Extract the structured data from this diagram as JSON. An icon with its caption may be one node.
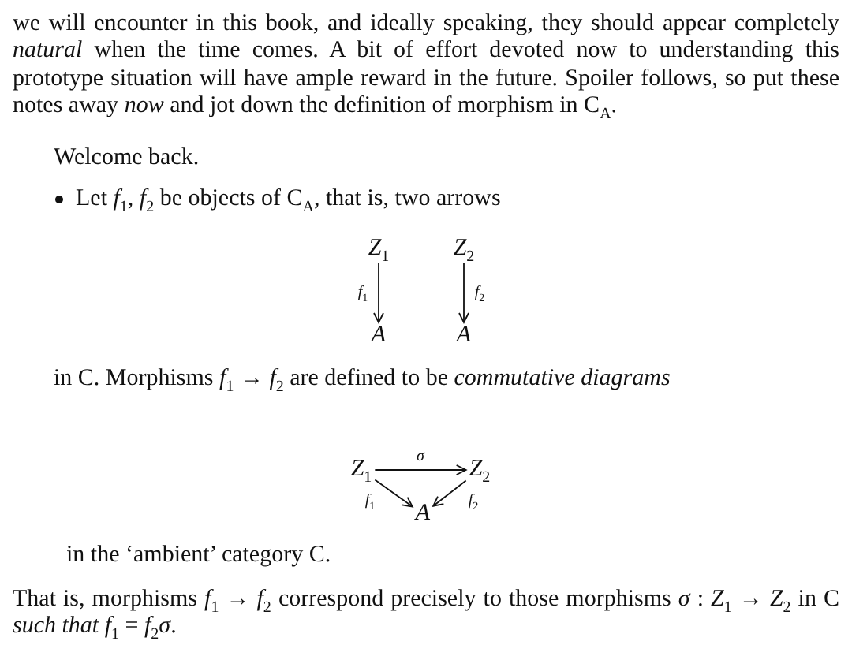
{
  "diagram": {
    "nodes": [
      {
        "text": [
          "*Z*$_{1}$"
        ]
      },
      {
        "text": [
          "*A*"
        ]
      },
      {
        "text": [
          "*Z*$_{2}$"
        ]
      },
      {
        "text": [
          "*A*"
        ]
      },
      {
        "text": [
          "*Z*$_{1}$"
        ]
      },
      {
        "text": [
          "*Z*$_{2}$"
        ]
      },
      {
        "text": [
          "*A*"
        ]
      }
    ],
    "edges": [
      {
        "from": 0,
        "to": 1,
        "arrow": "to",
        "label": "*f*$_{1}$"
      },
      {
        "from": 2,
        "to": 3,
        "arrow": "to",
        "label": "*f*$_{2}$"
      },
      {
        "from": 4,
        "to": 5,
        "arrow": "to",
        "label": "*σ*"
      },
      {
        "from": 4,
        "to": 6,
        "arrow": "to",
        "label": "*f*$_{1}$"
      },
      {
        "from": 5,
        "to": 6,
        "arrow": "to",
        "label": "*f*$_{2}$"
      }
    ],
    "labels": [
      "we will encounter in this book, and ideally speaking, they should appear completely *natural* when the time comes. A bit of effort devoted now to understanding this prototype situation will have ample reward in the future. Spoiler follows, so put these notes away *now* and jot down the definition of morphism in C$_{A}$.",
      "Welcome back.",
      "Let *f*$_{1}$, *f*$_{2}$ be objects of C$_{A}$, that is, two arrows",
      "in C. Morphisms *f*$_{1}$ → *f*$_{2}$ are defined to be *commutative diagrams*",
      "in the ‘ambient’ category C.",
      "That is, morphisms *f*$_{1}$ → *f*$_{2}$ correspond precisely to those morphisms *σ* : *Z*$_{1}$ → *Z*$_{2}$ in C *such that* *f*$_{1}$ = *f*$_{2}$*σ*."
    ]
  }
}
